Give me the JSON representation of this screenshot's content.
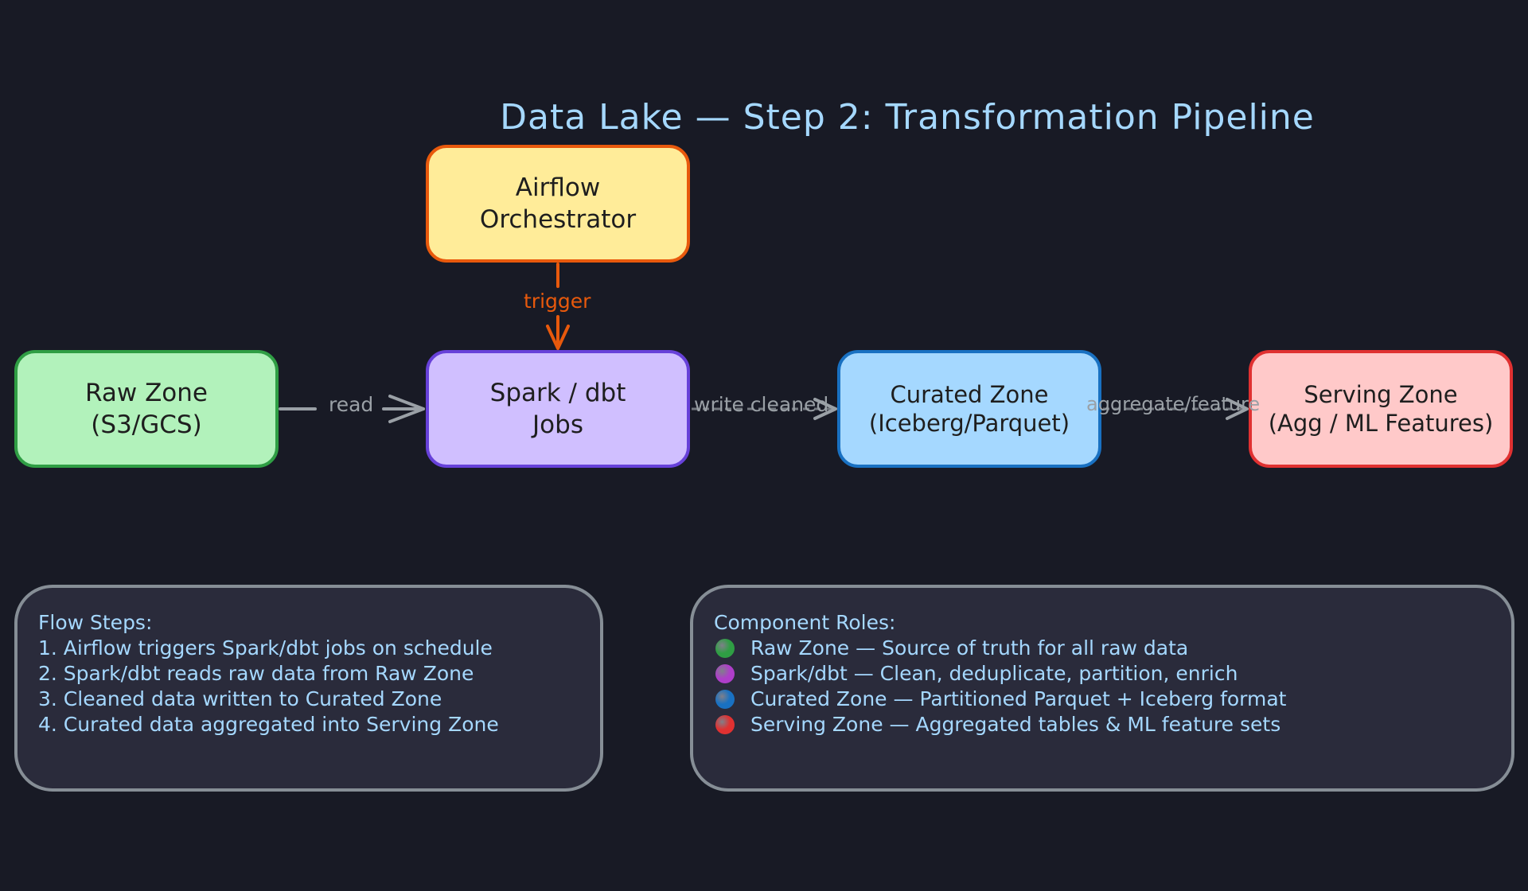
{
  "title": "Data Lake — Step 2: Transformation Pipeline",
  "nodes": {
    "airflow": {
      "line1": "Airflow",
      "line2": "Orchestrator",
      "fill": "#ffec99",
      "stroke": "#e8590c"
    },
    "raw": {
      "line1": "Raw Zone",
      "line2": "(S3/GCS)",
      "fill": "#b2f2bb",
      "stroke": "#2f9e44"
    },
    "spark": {
      "line1": "Spark / dbt",
      "line2": "Jobs",
      "fill": "#d0bfff",
      "stroke": "#6741d9"
    },
    "curated": {
      "line1": "Curated Zone",
      "line2": "(Iceberg/Parquet)",
      "fill": "#a5d8ff",
      "stroke": "#1971c2"
    },
    "serving": {
      "line1": "Serving Zone",
      "line2": "(Agg / ML Features)",
      "fill": "#ffc9c9",
      "stroke": "#e03131"
    }
  },
  "edges": {
    "trigger": "trigger",
    "read": "read",
    "write": "write cleaned",
    "aggregate": "aggregate/feature"
  },
  "flow_panel": {
    "heading": "Flow Steps:",
    "steps": [
      "1. Airflow triggers Spark/dbt jobs on schedule",
      "2. Spark/dbt reads raw data from Raw Zone",
      "3. Cleaned data written to Curated Zone",
      "4. Curated data aggregated into Serving Zone"
    ]
  },
  "roles_panel": {
    "heading": "Component Roles:",
    "roles": [
      {
        "text": "Raw Zone — Source of truth for all raw data",
        "color": "#2f9e44"
      },
      {
        "text": "Spark/dbt — Clean, deduplicate, partition, enrich",
        "color": "#ae3ec9"
      },
      {
        "text": "Curated Zone — Partitioned Parquet + Iceberg format",
        "color": "#1971c2"
      },
      {
        "text": "Serving Zone — Aggregated tables & ML feature sets",
        "color": "#e03131"
      }
    ]
  },
  "colors": {
    "background": "#181a25",
    "title": "#a5d8ff",
    "trigger": "#e8590c",
    "arrow": "#9aa0a6",
    "panel_fill": "#2a2b3b",
    "panel_stroke": "#868e96"
  }
}
